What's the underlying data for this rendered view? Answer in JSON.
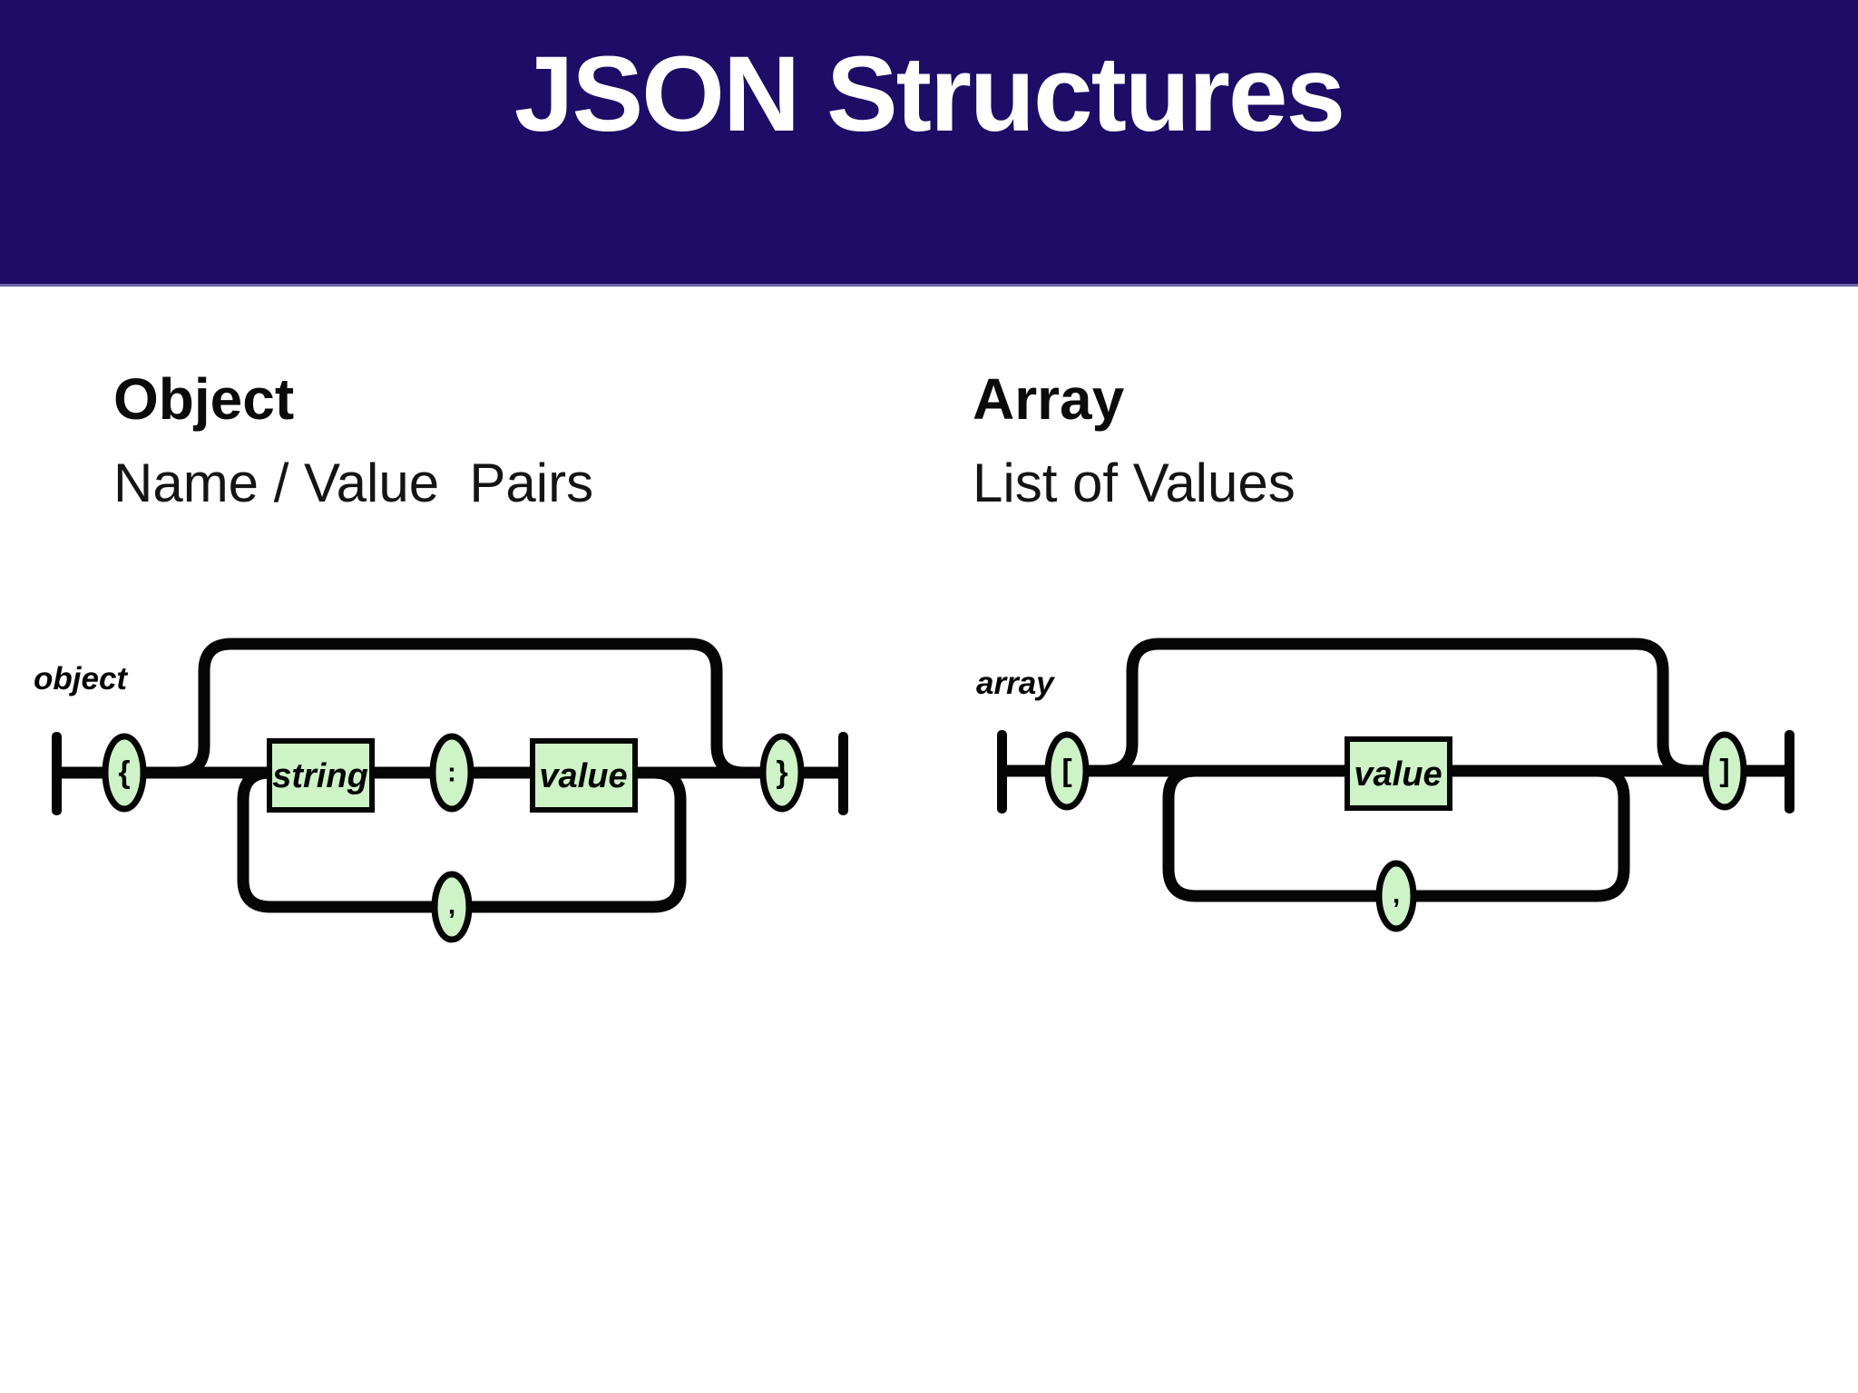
{
  "slide": {
    "title": "JSON Structures"
  },
  "columns": {
    "object": {
      "heading": "Object",
      "subheading": "Name / Value  Pairs"
    },
    "array": {
      "heading": "Array",
      "subheading": "List of Values"
    }
  },
  "diagrams": {
    "object": {
      "label": "object",
      "open_token": "{",
      "string_label": "string",
      "separator_token": ":",
      "value_label": "value",
      "repeat_token": ",",
      "close_token": "}"
    },
    "array": {
      "label": "array",
      "open_token": "[",
      "value_label": "value",
      "repeat_token": ",",
      "close_token": "]"
    }
  },
  "colors": {
    "header_background": "#1D0D66",
    "header_edge": "#6C63A5",
    "title_text": "#FFFFFF",
    "body_text": "#0B0B0B",
    "diagram_line": "#050505",
    "node_fill": "#CDF3C7",
    "node_border": "#050505"
  }
}
